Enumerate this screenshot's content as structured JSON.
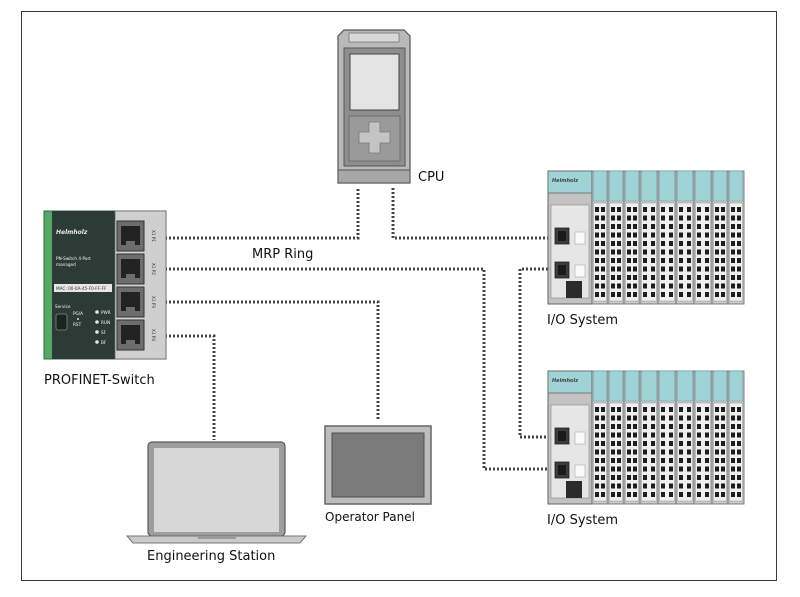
{
  "labels": {
    "cpu": "CPU",
    "mrp_ring": "MRP Ring",
    "profinet_switch": "PROFINET-Switch",
    "io_system_1": "I/O System",
    "io_system_2": "I/O System",
    "operator_panel": "Operator Panel",
    "engineering_station": "Engineering Station"
  },
  "switch_device": {
    "brand": "Helmholz",
    "model_line1": "PN-Switch 4-Port",
    "model_line2": "managed",
    "mac": "MAC: 00-0A-45-F0-FF-FF",
    "port_labels": [
      "X1 P1",
      "X1 P2",
      "X1 P3",
      "X1 P4"
    ],
    "led_labels": [
      "PWR",
      "RUN",
      "SF",
      "BF"
    ],
    "small_labels": [
      "Service",
      "PG/A",
      "RST"
    ]
  },
  "io_device": {
    "brand": "Helmholz"
  },
  "colors": {
    "switch_green": "#56a866",
    "switch_dark": "#2d3b36",
    "io_teal": "#9fd3d6",
    "device_gray": "#c9c9c9",
    "link_dots": "#444444",
    "frame": "#3a3a3a"
  }
}
